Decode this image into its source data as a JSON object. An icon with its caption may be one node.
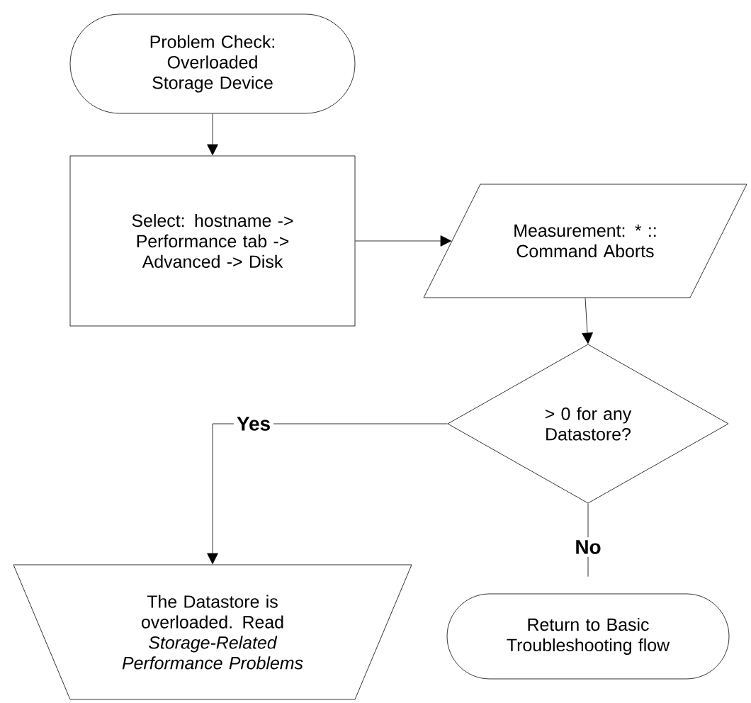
{
  "diagram": {
    "nodes": [
      {
        "text": [
          "Problem Check: Overloaded Storage Device"
        ]
      },
      {
        "text": [
          "Select: hostname -> Performance tab -> Advanced -> Disk"
        ]
      },
      {
        "text": [
          "Measurement: * :: Command Aborts"
        ]
      },
      {
        "text": [
          "> 0 for any Datastore?"
        ]
      },
      {
        "text": [
          "The Datastore is overloaded. Read *Storage-Related Performance Problems*"
        ]
      },
      {
        "text": [
          "Return to Basic Troubleshooting flow"
        ]
      }
    ],
    "edges": [
      {
        "from": 0,
        "to": 1,
        "arrow": "to"
      },
      {
        "from": 1,
        "to": 2,
        "arrow": "to"
      },
      {
        "from": 2,
        "to": 3,
        "arrow": "to"
      },
      {
        "from": 3,
        "to": 4,
        "arrow": "to",
        "label": "Yes"
      },
      {
        "from": 3,
        "to": 5,
        "arrow": "none",
        "label": "No"
      }
    ]
  }
}
